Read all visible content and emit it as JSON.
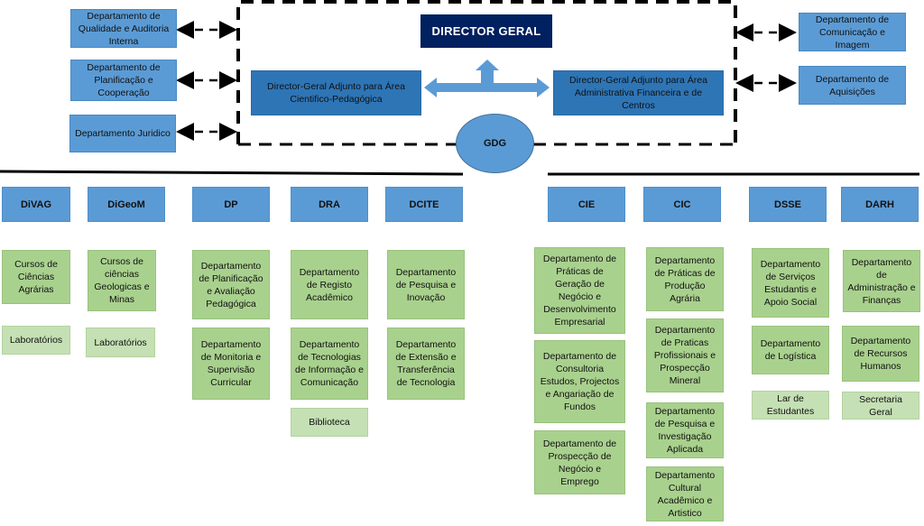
{
  "top": {
    "director_geral": "DIRECTOR GERAL",
    "gdg": "GDG",
    "adjunto_left": "Director-Geral Adjunto para Área Cientifico-Pedagógica",
    "adjunto_right": "Director-Geral Adjunto para Área Administrativa Financeira e de Centros"
  },
  "left_support": [
    "Departamento de Qualidade e Auditoria Interna",
    "Departamento de Planificação e Cooperação",
    "Departamento Juridico"
  ],
  "right_support": [
    "Departamento de Comunicação e Imagem",
    "Departamento de Aquisições"
  ],
  "colors": {
    "director": "#002060",
    "adjunto": "#2e75b6",
    "header": "#5b9bd5",
    "department": "#a9d18e",
    "sub_unit": "#c5e0b4"
  },
  "columns": {
    "divag": {
      "header": "DiVAG",
      "depts": [
        "Cursos de Ciências Agrárias"
      ],
      "subs": [
        "Laboratórios"
      ]
    },
    "digeom": {
      "header": "DiGeoM",
      "depts": [
        "Cursos de ciências Geologicas e Minas"
      ],
      "subs": [
        "Laboratórios"
      ]
    },
    "dp": {
      "header": "DP",
      "depts": [
        "Departamento de Planificação e Avaliação Pedagógica",
        "Departamento de Monitoria e Supervisão Curricular"
      ]
    },
    "dra": {
      "header": "DRA",
      "depts": [
        "Departamento de Registo Acadêmico",
        "Departamento de Tecnologias de Informação e Comunicação"
      ],
      "subs": [
        "Biblioteca"
      ]
    },
    "dcite": {
      "header": "DCITE",
      "depts": [
        "Departamento de Pesquisa e Inovação",
        "Departamento de Extensão e Transferência de Tecnologia"
      ]
    },
    "cie": {
      "header": "CIE",
      "depts": [
        "Departamento de Práticas de Geração de Negócio e Desenvolvimento Empresarial",
        "Departamento de Consultoria Estudos, Projectos e Angariação de Fundos",
        "Departamento de Prospecção de Negócio e Emprego"
      ]
    },
    "cic": {
      "header": "CIC",
      "depts": [
        "Departamento de Práticas de Produção Agrária",
        "Departamento de Praticas Profissionais e Prospecção Mineral",
        "Departamento de Pesquisa e Investigação Aplicada",
        "Departamento Cultural Acadêmico e Artistico"
      ]
    },
    "dsse": {
      "header": "DSSE",
      "depts": [
        "Departamento de Serviços Estudantis e Apoio Social",
        "Departamento de Logística"
      ],
      "subs": [
        "Lar de Estudantes"
      ]
    },
    "darh": {
      "header": "DARH",
      "depts": [
        "Departamento de Administração e Finanças",
        "Departamento de Recursos Humanos"
      ],
      "subs": [
        "Secretaria Geral"
      ]
    }
  }
}
